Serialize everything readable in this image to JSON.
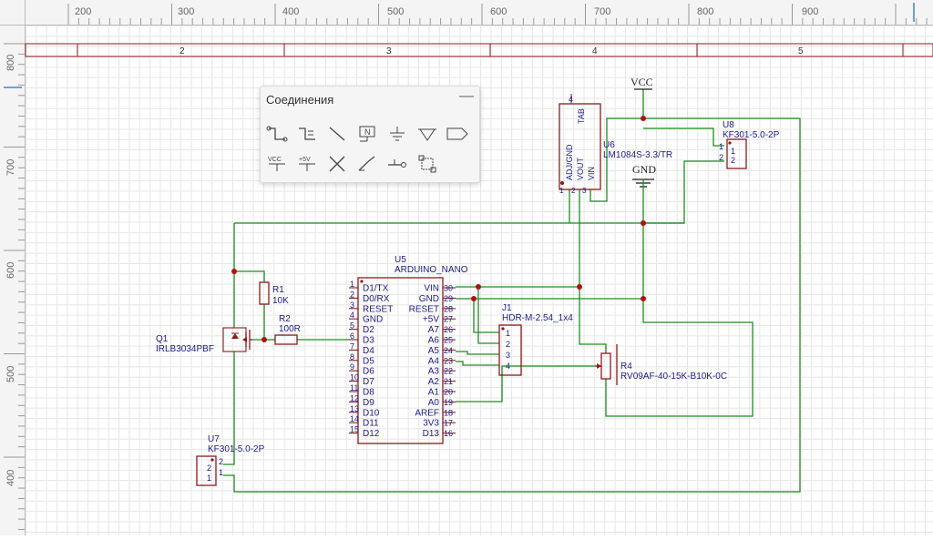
{
  "ruler_top": {
    "labels": [
      "200",
      "300",
      "400",
      "500",
      "600",
      "700",
      "800",
      "900"
    ]
  },
  "ruler_left": {
    "labels": [
      "800",
      "700",
      "600",
      "500",
      "400"
    ]
  },
  "frame": {
    "zones": [
      "2",
      "3",
      "4",
      "5"
    ]
  },
  "panel": {
    "title": "Соединения",
    "tools_row1": [
      "wire-tool",
      "bus-tool",
      "line-tool",
      "netlabel-tool",
      "ground-tool",
      "power-port-tool",
      "port-tool"
    ],
    "tools_row2": [
      "vcc-tool",
      "plus5v-tool",
      "no-connect-tool",
      "pen-tool",
      "pin-tool",
      "component-tool"
    ],
    "vcc_label": "VCC",
    "plus5v_label": "+5V",
    "netlabel_label": "N"
  },
  "components": {
    "vcc": "VCC",
    "gnd": "GND",
    "u6_ref": "U6",
    "u6_value": "LM1084S-3.3/TR",
    "u6_pins": [
      "TAB",
      "ADJ/GND",
      "VOUT",
      "VIN"
    ],
    "u6_pin_nums": [
      "4",
      "1",
      "2",
      "3"
    ],
    "u8_ref": "U8",
    "u8_value": "KF301-5.0-2P",
    "u8_pins": [
      "1",
      "2"
    ],
    "u7_ref": "U7",
    "u7_value": "KF301-5.0-2P",
    "u7_pins": [
      "2",
      "1"
    ],
    "u5_ref": "U5",
    "u5_value": "ARDUINO_NANO",
    "u5_left_pins": [
      "D1/TX",
      "D0/RX",
      "RESET",
      "GND",
      "D2",
      "D3",
      "D4",
      "D5",
      "D6",
      "D7",
      "D8",
      "D9",
      "D10",
      "D11",
      "D12"
    ],
    "u5_left_nums": [
      "1",
      "2",
      "3",
      "4",
      "5",
      "6",
      "7",
      "8",
      "9",
      "10",
      "11",
      "12",
      "13",
      "14",
      "15"
    ],
    "u5_right_pins": [
      "VIN",
      "GND",
      "RESET",
      "+5V",
      "A7",
      "A6",
      "A5",
      "A4",
      "A3",
      "A2",
      "A1",
      "A0",
      "AREF",
      "3V3",
      "D13"
    ],
    "u5_right_nums": [
      "30",
      "29",
      "28",
      "27",
      "26",
      "25",
      "24",
      "23",
      "22",
      "21",
      "20",
      "19",
      "18",
      "17",
      "16"
    ],
    "j1_ref": "J1",
    "j1_value": "HDR-M-2.54_1x4",
    "j1_pins": [
      "1",
      "2",
      "3",
      "4"
    ],
    "r1_ref": "R1",
    "r1_value": "10K",
    "r2_ref": "R2",
    "r2_value": "100R",
    "r4_ref": "R4",
    "r4_value": "RV09AF-40-15K-B10K-0C",
    "q1_ref": "Q1",
    "q1_value": "IRLB3034PBF"
  },
  "colors": {
    "wire": "#1e8c1e",
    "component": "#8b1a1a",
    "text": "#1a1a8c",
    "junction": "#b01010"
  }
}
